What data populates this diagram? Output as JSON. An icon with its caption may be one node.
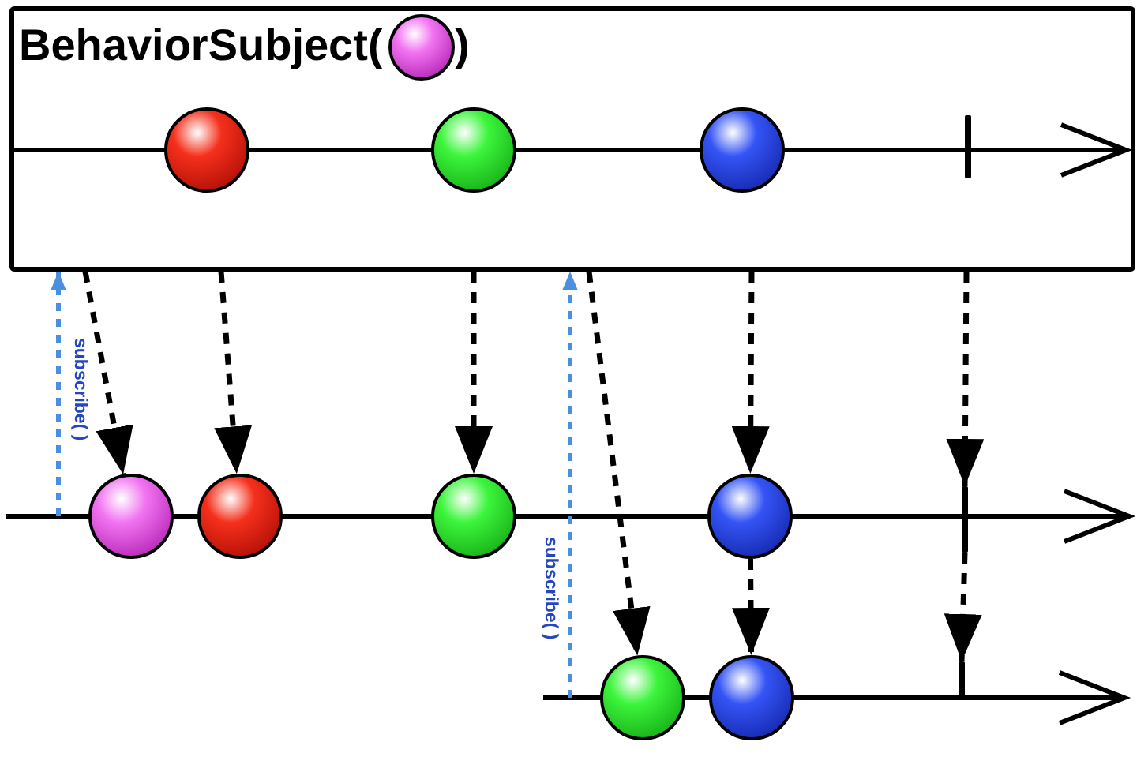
{
  "diagram": {
    "nodes": [
      {
        "text": [
          "BehaviorSubject(",
          ")"
        ]
      },
      {
        "text": [],
        "shape": "circle",
        "in": 0
      },
      {
        "text": [],
        "shape": "circle",
        "in": 0
      },
      {
        "text": [],
        "shape": "circle",
        "in": 0
      },
      {
        "text": [],
        "shape": "circle",
        "in": 0
      },
      {
        "text": [],
        "shape": "bar",
        "in": 0
      },
      {
        "text": [],
        "shape": "circle"
      },
      {
        "text": [],
        "shape": "circle"
      },
      {
        "text": [],
        "shape": "circle"
      },
      {
        "text": [],
        "shape": "circle"
      },
      {
        "text": [],
        "shape": "bar"
      },
      {
        "text": [],
        "shape": "circle"
      },
      {
        "text": [],
        "shape": "circle"
      },
      {
        "text": [],
        "shape": "bar"
      }
    ],
    "edges": [
      {
        "from": null,
        "to": 0,
        "arrow": "to",
        "label": "subscribe( )",
        "style": "dashed",
        "color": "#4a90e2"
      },
      {
        "from": 0,
        "to": 6,
        "arrow": "to",
        "style": "dashed"
      },
      {
        "from": 0,
        "to": 7,
        "arrow": "to",
        "style": "dashed"
      },
      {
        "from": 0,
        "to": 8,
        "arrow": "to",
        "style": "dashed"
      },
      {
        "from": null,
        "to": 0,
        "arrow": "to",
        "label": "subscribe( )",
        "style": "dashed",
        "color": "#4a90e2"
      },
      {
        "from": 0,
        "to": 11,
        "arrow": "to",
        "style": "dashed"
      },
      {
        "from": 0,
        "to": 9,
        "arrow": "to",
        "style": "dashed"
      },
      {
        "from": 0,
        "to": 10,
        "arrow": "to",
        "style": "dashed"
      },
      {
        "from": 9,
        "to": 12,
        "arrow": "to",
        "style": "dashed"
      },
      {
        "from": 10,
        "to": 13,
        "arrow": "to",
        "style": "dashed"
      }
    ]
  }
}
